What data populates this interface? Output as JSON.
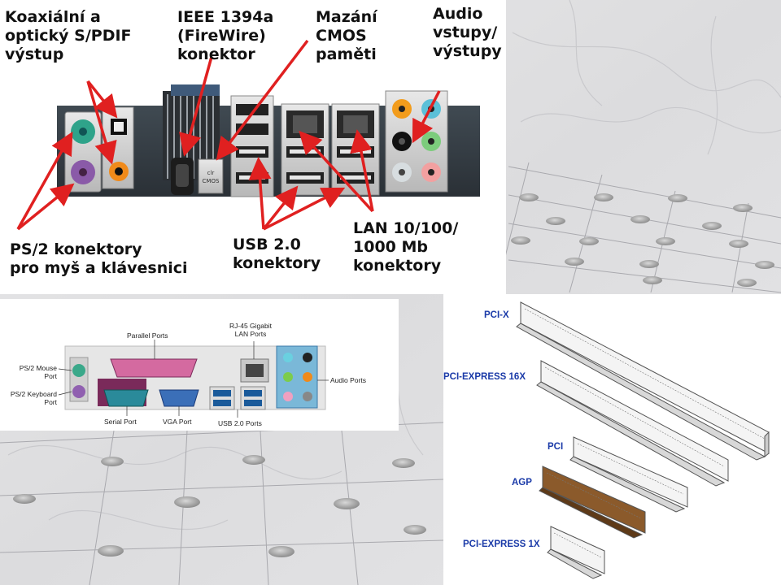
{
  "backPanel": {
    "labels": {
      "spdif": "Koaxiální a\noptický S/PDIF\nvýstup",
      "firewire": "IEEE 1394a\n(FireWire)\nkonektor",
      "cmos": "Mazání\nCMOS\npaměti",
      "audio": "Audio\nvstupy/\nvýstupy",
      "ps2": "PS/2 konektory\npro myš a klávesnici",
      "usb": "USB 2.0\nkonektory",
      "lan": "LAN 10/100/\n1000 Mb\nkonektory"
    },
    "cmosSticker": "clr\nCMOS",
    "arrowColor": "#e02020"
  },
  "ioDiagram": {
    "labels": {
      "parallel": "Parallel Ports",
      "rj45": "RJ-45 Gigabit\nLAN Ports",
      "mouse": "PS/2 Mouse\nPort",
      "keyboard": "PS/2 Keyboard\nPort",
      "audio": "Audio Ports",
      "serial": "Serial Port",
      "vga": "VGA Port",
      "usb": "USB 2.0 Ports"
    }
  },
  "slots": {
    "labels": {
      "pcix": "PCI-X",
      "pcie16": "PCI-EXPRESS 16X",
      "pci": "PCI",
      "agp": "AGP",
      "pcie1": "PCI-EXPRESS 1X"
    },
    "labelColor": "#1a3aa8",
    "agpColor": "#8b5a2b"
  }
}
